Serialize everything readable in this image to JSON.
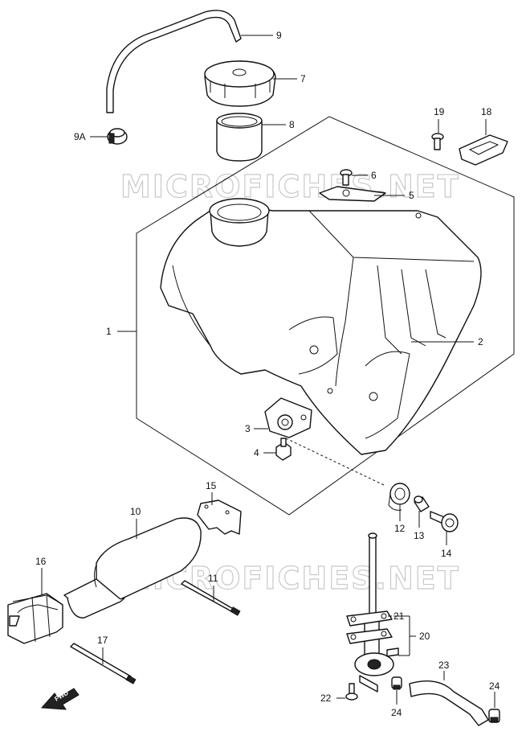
{
  "watermark": "MICROFICHES.NET",
  "fwd_label": "FWD",
  "callouts": {
    "c1": "1",
    "c2": "2",
    "c3": "3",
    "c4": "4",
    "c5": "5",
    "c6": "6",
    "c7": "7",
    "c8": "8",
    "c9": "9",
    "c9a": "9A",
    "c10": "10",
    "c11": "11",
    "c12": "12",
    "c13": "13",
    "c14": "14",
    "c15": "15",
    "c16": "16",
    "c17": "17",
    "c18": "18",
    "c19": "19",
    "c20": "20",
    "c21": "21",
    "c22": "22",
    "c23": "23",
    "c24a": "24",
    "c24b": "24"
  }
}
